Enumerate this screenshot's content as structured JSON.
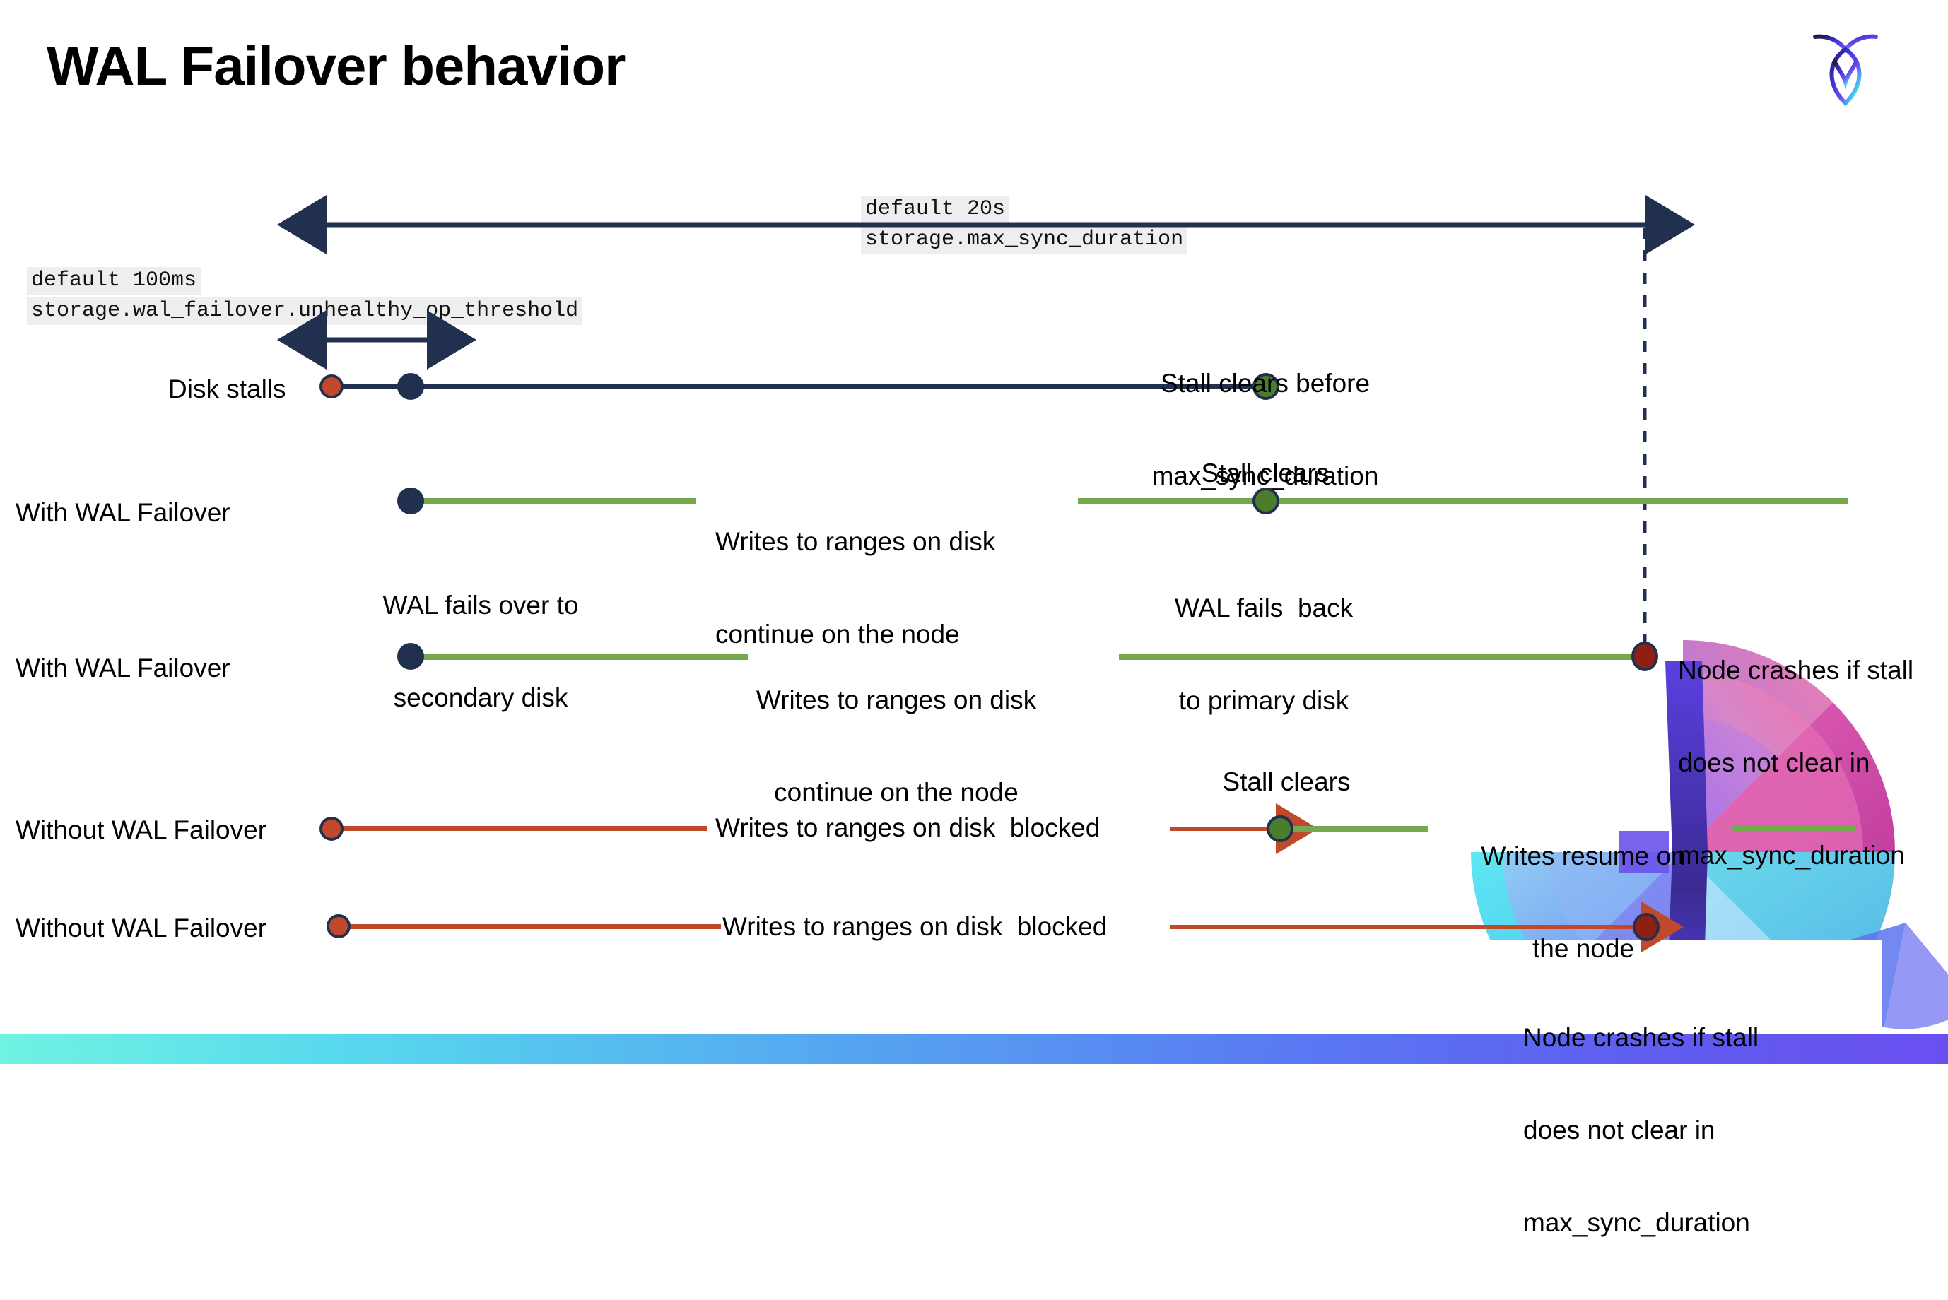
{
  "slide": {
    "title": "WAL Failover behavior",
    "brand_logo": "cockroachdb-logo"
  },
  "colors": {
    "navy": "#22304f",
    "green_line": "#76a850",
    "green_dot": "#4a7d2c",
    "red_line": "#c0492c",
    "red_dot": "#c0492c",
    "dark_red_dot": "#8e1f14",
    "mono_bg": "#eeeeee",
    "bar_gradient_start": "#6ff3e2",
    "bar_gradient_end": "#6a4ff0"
  },
  "settings": {
    "max_sync": {
      "default": "default 20s",
      "name": "storage.max_sync_duration"
    },
    "unhealthy_threshold": {
      "default": "default 100ms",
      "name": "storage.wal_failover.unhealthy_op_threshold"
    }
  },
  "rows": [
    {
      "label": "Disk stalls",
      "annotations": [
        "Stall clears before\nmax_sync_duration"
      ]
    },
    {
      "label": "With WAL Failover",
      "annotations": [
        "WAL fails over to\nsecondary disk",
        "Writes to ranges on disk\ncontinue on the node",
        "Stall clears",
        "WAL fails  back\nto primary disk"
      ]
    },
    {
      "label": "With WAL Failover",
      "annotations": [
        "Writes to ranges on disk\ncontinue on the node",
        "Node crashes if stall\ndoes not clear in\nmax_sync_duration"
      ]
    },
    {
      "label": "Without WAL Failover",
      "annotations": [
        "Writes to ranges on disk  blocked",
        "Stall clears",
        "Writes resume on\nthe node"
      ]
    },
    {
      "label": "Without WAL Failover",
      "annotations": [
        "Writes to ranges on disk  blocked",
        "Node crashes if stall\ndoes not clear in\nmax_sync_duration"
      ]
    }
  ],
  "texts": {
    "disk_stalls": "Disk stalls",
    "with_wal_failover": "With WAL Failover",
    "without_wal_failover": "Without WAL Failover",
    "stall_clears_before": "Stall clears before",
    "max_sync_duration": "max_sync_duration",
    "wal_fails_over_to": "WAL fails over to",
    "secondary_disk": "secondary disk",
    "writes_to_ranges_on_disk": "Writes to ranges on disk",
    "continue_on_the_node": "continue on the node",
    "stall_clears": "Stall clears",
    "wal_fails_back": "WAL fails  back",
    "to_primary_disk": "to primary disk",
    "node_crashes_if_stall": "Node crashes if stall",
    "does_not_clear_in": "does not clear in",
    "writes_blocked": "Writes to ranges on disk  blocked",
    "writes_resume_on": "Writes resume on",
    "the_node": "the node"
  }
}
